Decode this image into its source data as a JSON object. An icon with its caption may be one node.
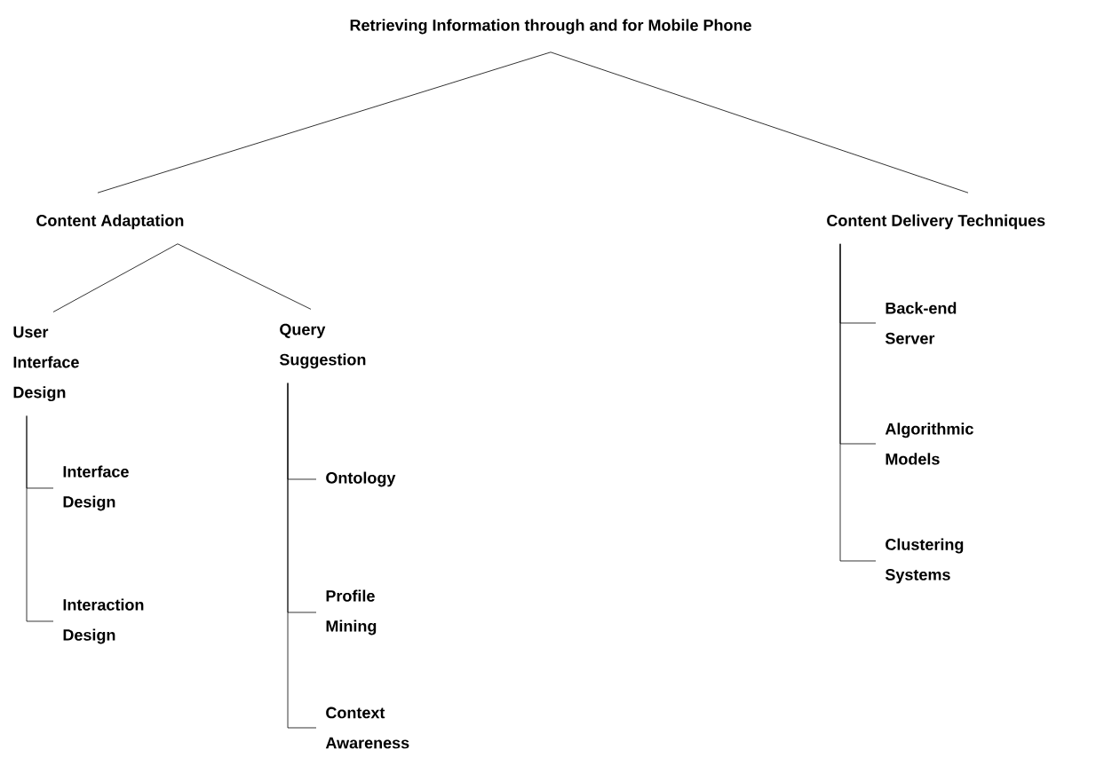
{
  "diagram": {
    "nodes": [
      {
        "text": [
          "Retrieving Information through and for Mobile Phone"
        ]
      },
      {
        "text": [
          "Content Adaptation"
        ]
      },
      {
        "text": [
          "Content Delivery Techniques"
        ]
      },
      {
        "text": [
          "User Interface Design"
        ]
      },
      {
        "text": [
          "Query Suggestion"
        ]
      },
      {
        "text": [
          "Interface Design"
        ]
      },
      {
        "text": [
          "Interaction Design"
        ]
      },
      {
        "text": [
          "Ontology"
        ]
      },
      {
        "text": [
          "Profile Mining"
        ]
      },
      {
        "text": [
          "Context Awareness"
        ]
      },
      {
        "text": [
          "Back-end Server"
        ]
      },
      {
        "text": [
          "Algorithmic Models"
        ]
      },
      {
        "text": [
          "Clustering Systems"
        ]
      }
    ],
    "edges": [
      {
        "from": 0,
        "to": 1,
        "arrow": "none"
      },
      {
        "from": 0,
        "to": 2,
        "arrow": "none"
      },
      {
        "from": 1,
        "to": 3,
        "arrow": "none"
      },
      {
        "from": 1,
        "to": 4,
        "arrow": "none"
      },
      {
        "from": 3,
        "to": 5,
        "arrow": "none"
      },
      {
        "from": 3,
        "to": 6,
        "arrow": "none"
      },
      {
        "from": 4,
        "to": 7,
        "arrow": "none"
      },
      {
        "from": 4,
        "to": 8,
        "arrow": "none"
      },
      {
        "from": 4,
        "to": 9,
        "arrow": "none"
      },
      {
        "from": 2,
        "to": 10,
        "arrow": "none"
      },
      {
        "from": 2,
        "to": 11,
        "arrow": "none"
      },
      {
        "from": 2,
        "to": 12,
        "arrow": "none"
      }
    ]
  }
}
